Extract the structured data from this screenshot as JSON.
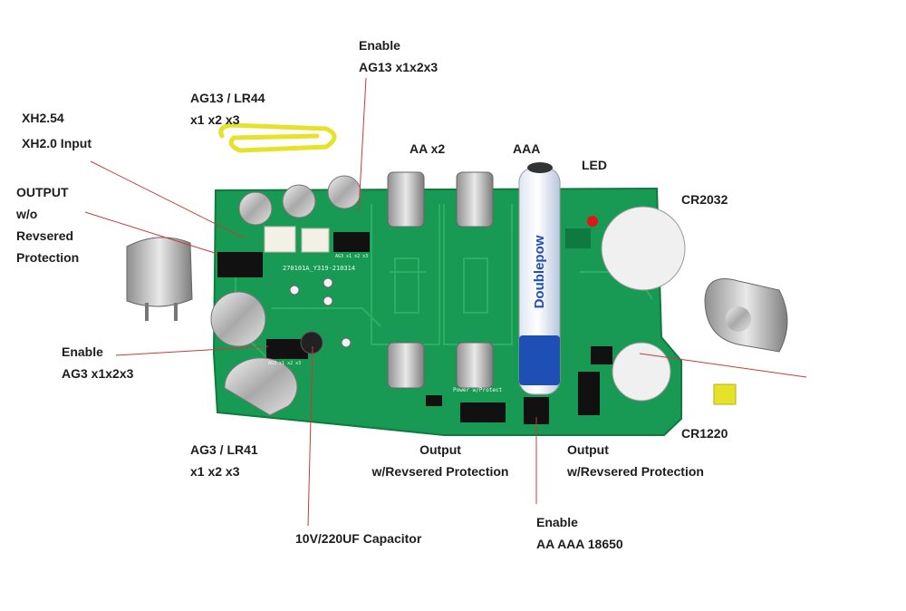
{
  "labels": {
    "xh254": "XH2.54",
    "xh20": "XH2.0 Input",
    "output_wo": [
      "OUTPUT",
      "w/o",
      "Revsered",
      "Protection"
    ],
    "ag13_lr44": [
      "AG13 / LR44",
      "x1 x2 x3"
    ],
    "enable_ag13": [
      "Enable",
      "AG13 x1x2x3"
    ],
    "aa_x2": "AA x2",
    "aaa": "AAA",
    "led": "LED",
    "cr2032": "CR2032",
    "enable_ag3": [
      "Enable",
      "AG3 x1x2x3"
    ],
    "ag3_lr41": [
      "AG3 / LR41",
      "x1 x2 x3"
    ],
    "capacitor": "10V/220UF Capacitor",
    "output_center": [
      "Output",
      "w/Revsered Protection"
    ],
    "output_right": [
      "Output",
      "w/Revsered Protection"
    ],
    "enable_aa": [
      "Enable",
      "AA AAA 18650"
    ],
    "cr1220": "CR1220"
  },
  "pcb_silkscreen": {
    "board_id": "270101A_Y319-210314",
    "power_wprotect": "Power w/Protect",
    "ag3_mark": "AG3 x1 x2 x3",
    "ag13_mark": "AG3 x1 x2 x3"
  },
  "battery_brand": "Doublepow",
  "colors": {
    "pcb": "#189a54",
    "pcb_dark": "#0f7a40",
    "clip": "#e6e22a",
    "led": "#e01515",
    "battery_blue": "#1e4fb5"
  }
}
